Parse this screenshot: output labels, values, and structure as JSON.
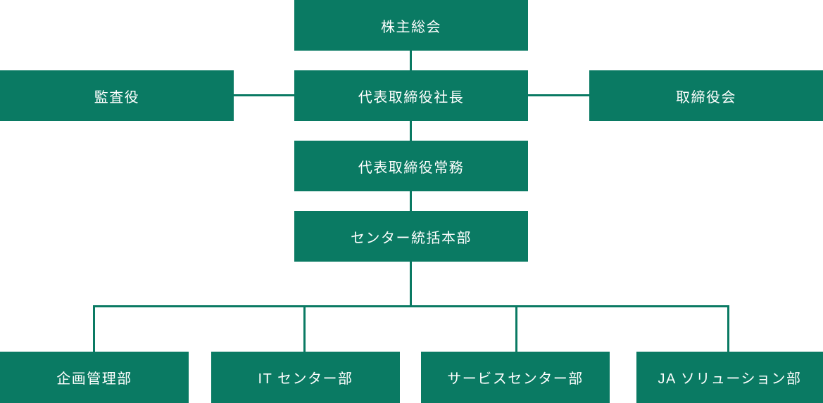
{
  "org_chart": {
    "accent_color": "#0a7a63",
    "text_color": "#ffffff",
    "nodes": {
      "shareholders_meeting": {
        "label": "株主総会"
      },
      "auditor": {
        "label": "監査役"
      },
      "president": {
        "label": "代表取締役社長"
      },
      "board_of_directors": {
        "label": "取締役会"
      },
      "managing_director": {
        "label": "代表取締役常務"
      },
      "center_headquarters": {
        "label": "センター統括本部"
      },
      "planning_dept": {
        "label": "企画管理部"
      },
      "it_center_dept": {
        "label": "IT センター部"
      },
      "service_center_dept": {
        "label": "サービスセンター部"
      },
      "ja_solution_dept": {
        "label": "JA ソリューション部"
      }
    }
  }
}
